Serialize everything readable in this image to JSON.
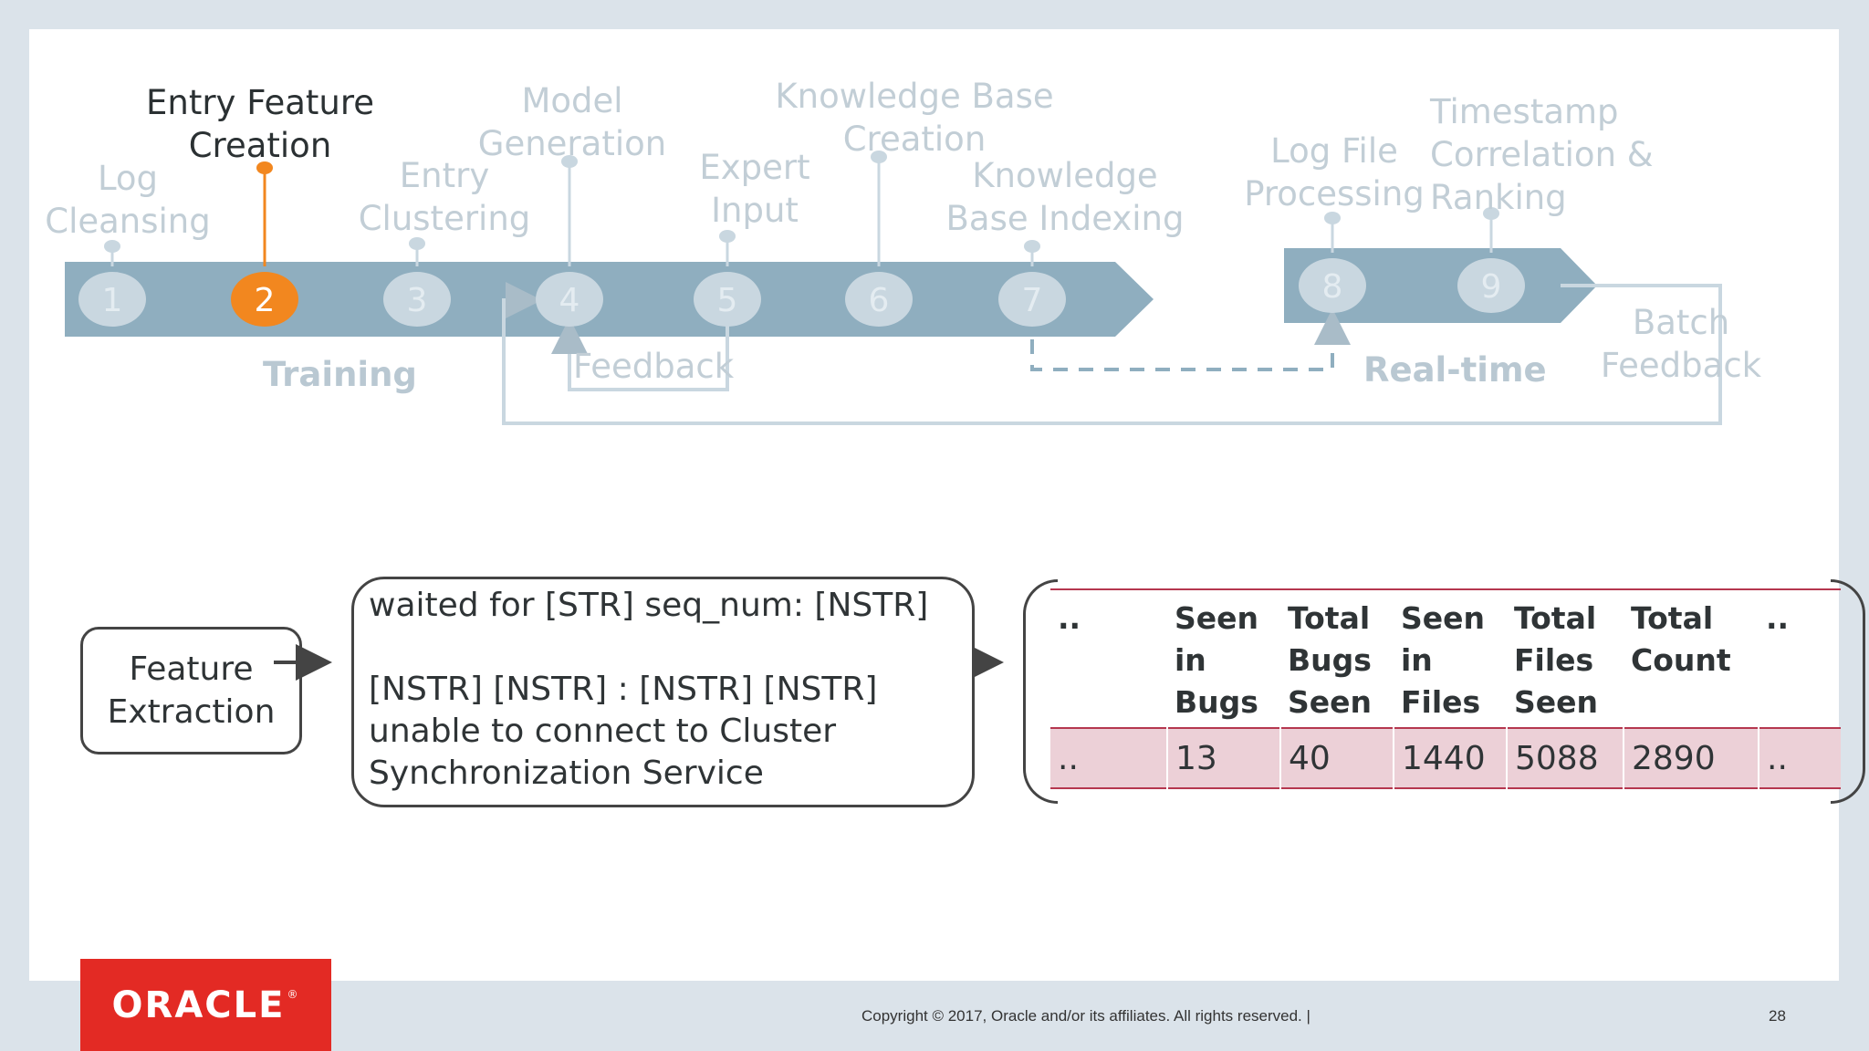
{
  "steps": [
    {
      "number": "1",
      "label": "Log\nCleansing"
    },
    {
      "number": "2",
      "label": "Entry Feature\nCreation",
      "active": true
    },
    {
      "number": "3",
      "label": "Entry\nClustering"
    },
    {
      "number": "4",
      "label": "Model\nGeneration"
    },
    {
      "number": "5",
      "label": "Expert\nInput"
    },
    {
      "number": "6",
      "label": "Knowledge Base\nCreation"
    },
    {
      "number": "7",
      "label": "Knowledge\nBase Indexing"
    },
    {
      "number": "8",
      "label": "Log File\nProcessing"
    },
    {
      "number": "9",
      "label": "Timestamp\nCorrelation &\nRanking"
    }
  ],
  "phases": {
    "training": "Training",
    "realtime": "Real-time"
  },
  "feedback_label": "Feedback",
  "batch_feedback_label": "Batch\nFeedback",
  "feature_extraction": "Feature\nExtraction",
  "log_example": {
    "line1": "waited for [STR]  seq_num: [NSTR]",
    "line2": "[NSTR] [NSTR] : [NSTR] [NSTR]",
    "line3": "unable to connect to Cluster",
    "line4": "Synchronization Service"
  },
  "feature_table": {
    "headers": [
      "..",
      "Seen\nin\nBugs",
      "Total\nBugs\nSeen",
      "Seen\nin\nFiles",
      "Total\nFiles\nSeen",
      "Total\nCount",
      ".."
    ],
    "row": [
      "..",
      "13",
      "40",
      "1440",
      "5088",
      "2890",
      ".."
    ]
  },
  "colors": {
    "arrow_band": "#8faebf",
    "inactive_circle": "#c9d7e0",
    "active_circle": "#f2871f",
    "table_row": "#ecd0d7",
    "table_rule": "#b5374f",
    "logo_red": "#e32a24"
  },
  "footer": {
    "logo": "ORACLE",
    "logo_mark": "®",
    "copyright": "Copyright © 2017, Oracle and/or its affiliates. All rights reserved.  |",
    "page": "28"
  }
}
